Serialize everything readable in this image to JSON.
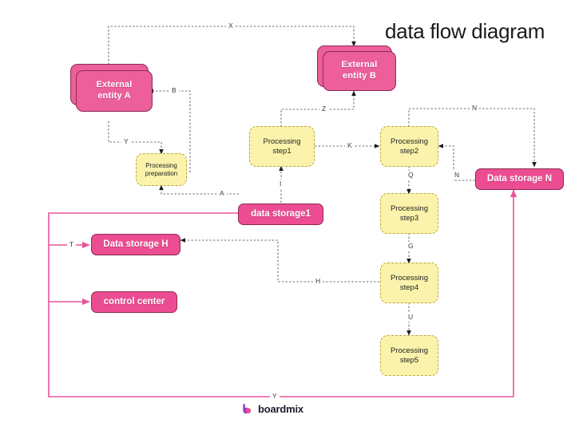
{
  "title": "data flow diagram",
  "colors": {
    "entity_fill": "#ec5f9b",
    "storage_fill": "#ec4d92",
    "node_border": "#8e2a50",
    "process_fill": "#fbf3ab",
    "process_border": "#b9a93f",
    "pink_flow": "#e8559b",
    "dashed_flow": "#6e6e6e",
    "title_color": "#1b1b1b"
  },
  "nodes": {
    "external_entity_a": {
      "label": "External\nentity A",
      "line1": "External",
      "line2": "entity A",
      "type": "external-entity"
    },
    "external_entity_b": {
      "label": "External\nentity B",
      "line1": "External",
      "line2": "entity B",
      "type": "external-entity"
    },
    "processing_preparation": {
      "line1": "Processing",
      "line2": "preparation",
      "type": "process"
    },
    "processing_step1": {
      "line1": "Processing",
      "line2": "step1",
      "type": "process"
    },
    "processing_step2": {
      "line1": "Processing",
      "line2": "step2",
      "type": "process"
    },
    "processing_step3": {
      "line1": "Processing",
      "line2": "step3",
      "type": "process"
    },
    "processing_step4": {
      "line1": "Processing",
      "line2": "step4",
      "type": "process"
    },
    "processing_step5": {
      "line1": "Processing",
      "line2": "step5",
      "type": "process"
    },
    "data_storage_1": {
      "label": "data storage1",
      "type": "data-store"
    },
    "data_storage_h": {
      "label": "Data storage H",
      "type": "data-store"
    },
    "data_storage_n": {
      "label": "Data storage N",
      "type": "data-store"
    },
    "control_center": {
      "label": "control center",
      "type": "data-store"
    }
  },
  "edge_labels": {
    "x": "X",
    "b": "B",
    "y_upper": "Y",
    "a": "A",
    "z": "Z",
    "k": "K",
    "i": "I",
    "n_top": "N",
    "n_side": "N",
    "q": "Q",
    "g": "G",
    "h": "H",
    "u": "U",
    "t": "T",
    "y_bottom": "Y"
  },
  "watermark": {
    "brand": "boardmix"
  }
}
